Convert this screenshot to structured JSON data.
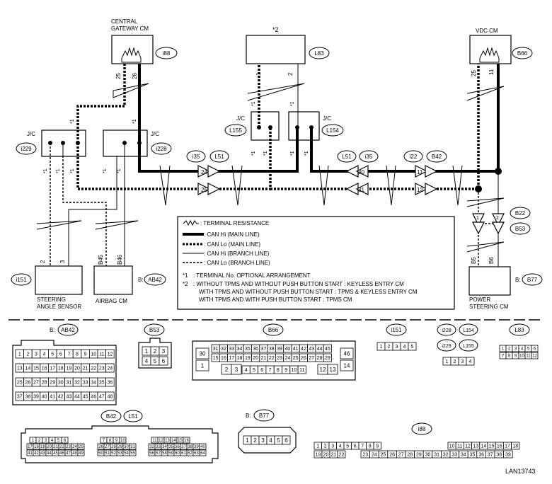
{
  "figure_id": "LAN13743",
  "components": {
    "central_gateway": {
      "line1": "CENTRAL",
      "line2": "GATEWAY CM",
      "conn": "i88",
      "pin_a": "25",
      "pin_b": "26"
    },
    "star2": {
      "label": "*2",
      "conn": "L83",
      "pin_a": "1",
      "pin_b": "2"
    },
    "vdc": {
      "label": "VDC CM",
      "conn": "B66",
      "pin_a": "25",
      "pin_b": "11"
    },
    "jc_i229": {
      "label": "J/C",
      "conn": "i229"
    },
    "jc_i228": {
      "label": "J/C",
      "conn": "i228"
    },
    "jc_l155": {
      "label": "J/C",
      "conn": "L155"
    },
    "jc_l154": {
      "label": "J/C",
      "conn": "L154"
    },
    "steering": {
      "line1": "STEERING",
      "line2": "ANGLE SENSOR",
      "conn": "i151",
      "pin_a": "2",
      "pin_b": "3"
    },
    "airbag": {
      "label": "AIRBAG CM",
      "conn_prefix": "B:",
      "conn": "AB42",
      "pin_a": "B45",
      "pin_b": "B46"
    },
    "power_steering": {
      "line1": "POWER",
      "line2": "STEERING CM",
      "conn_prefix": "B:",
      "conn": "B77",
      "pin_a": "B5",
      "pin_b": "B6"
    }
  },
  "joint_connectors": {
    "left": {
      "conn_a": "i35",
      "conn_b": "L51",
      "pin_hi": "24",
      "pin_lo": "25"
    },
    "mid": {
      "conn_a": "L51",
      "conn_b": "i35",
      "pin_hi": "30",
      "pin_lo": "31"
    },
    "right": {
      "conn_a": "i22",
      "conn_b": "B42",
      "pin_hi": "11",
      "pin_lo": "12"
    },
    "vertical": {
      "conn_a": "B22",
      "conn_b": "B53",
      "pin_a": "1",
      "pin_b": "2"
    }
  },
  "star1": "*1",
  "legend": {
    "terminal_resistance": ": TERMINAL RESISTANCE",
    "can_hi_main": ": CAN Hi (MAIN LINE)",
    "can_lo_main": ": CAN Lo (MAIN LINE)",
    "can_hi_branch": ": CAN Hi (BRANCH LINE)",
    "can_lo_branch": ": CAN Lo (BRANCH LINE)",
    "note1_mark": "*1",
    "note1_text": ": TERMINAL No. OPTIONAL ARRANGEMENT",
    "note2_mark": "*2",
    "note2_line1": ": WITHOUT TPMS AND WITHOUT PUSH BUTTON START  : KEYLESS ENTRY CM",
    "note2_line2": "WITH TPMS AND WITHOUT PUSH BUTTON START  : TPMS & KEYLESS ENTRY CM",
    "note2_line3": "WITH TPMS AND WITH PUSH BUTTON START  : TPMS CM"
  },
  "connector_views": {
    "ab42": {
      "prefix": "B:",
      "name": "AB42",
      "rows": [
        [
          "1",
          "2",
          "3",
          "4",
          "5",
          "6",
          "7",
          "8",
          "9",
          "10",
          "11",
          "12"
        ],
        [
          "13",
          "14",
          "15",
          "16",
          "17",
          "18",
          "19",
          "20",
          "21",
          "22",
          "23",
          "24"
        ],
        [
          "25",
          "26",
          "27",
          "28",
          "29",
          "30",
          "31",
          "32",
          "33",
          "34",
          "35",
          "36"
        ],
        [
          "37",
          "38",
          "39",
          "40",
          "41",
          "42",
          "43",
          "44",
          "45",
          "46",
          "47",
          "48"
        ]
      ]
    },
    "b53": {
      "name": "B53",
      "rows": [
        [
          "1",
          "2",
          "3"
        ],
        [
          "4",
          "5",
          "6"
        ]
      ]
    },
    "b66": {
      "name": "B66",
      "left": [
        "30",
        "1"
      ],
      "right": [
        "46",
        "14"
      ],
      "row1": [
        "31",
        "32",
        "33",
        "34",
        "35",
        "36",
        "37",
        "38",
        "39",
        "40",
        "41",
        "42",
        "43",
        "44",
        "45"
      ],
      "row2": [
        "15",
        "16",
        "17",
        "18",
        "19",
        "20",
        "21",
        "22",
        "23",
        "24",
        "25",
        "26",
        "27",
        "28",
        "29"
      ],
      "row3a": [
        "2",
        "3"
      ],
      "row3b": [
        "4",
        "5",
        "6",
        "7",
        "8",
        "9",
        "10",
        "11"
      ],
      "row3c": [
        "12",
        "13"
      ]
    },
    "i151": {
      "name": "i151",
      "cells": [
        "1",
        "2",
        "3",
        "4",
        "5"
      ]
    },
    "i228_group": {
      "names": [
        "i228",
        "L154",
        "i229",
        "L155"
      ],
      "cells": [
        "1",
        "2",
        "3",
        "4"
      ]
    },
    "l83": {
      "name": "L83",
      "rows": [
        [
          "1",
          "2",
          "3",
          "4",
          "5",
          "6"
        ],
        [
          "7",
          "8",
          "9",
          "10",
          "11",
          "12"
        ]
      ]
    },
    "b42_l51": {
      "names": [
        "B42",
        "L51"
      ],
      "blocks": [
        {
          "r1": [
            "1",
            "2",
            "3",
            "4",
            "5",
            "6"
          ],
          "r2": [
            "17",
            "18",
            "19",
            "20",
            "21",
            "22",
            "23",
            "24",
            "25"
          ],
          "r3": [
            "41",
            "42",
            "43",
            "44",
            "45",
            "46",
            "47",
            "48",
            "49"
          ]
        },
        {
          "r1": [
            "7",
            "8",
            "9",
            "10"
          ],
          "r2": [
            "26",
            "27",
            "28",
            "29",
            "30",
            "31"
          ],
          "r3": [
            "50",
            "51",
            "52",
            "53",
            "54",
            "55"
          ]
        },
        {
          "r1": [
            "11",
            "12",
            "13",
            "14",
            "15",
            "16"
          ],
          "r2": [
            "32",
            "33",
            "34",
            "35",
            "36",
            "37",
            "38",
            "39",
            "40"
          ],
          "r3": [
            "56",
            "57",
            "58",
            "59",
            "60",
            "61",
            "62",
            "63",
            "64"
          ]
        }
      ]
    },
    "b77": {
      "prefix": "B:",
      "name": "B77",
      "cells": [
        "1",
        "2",
        "3",
        "4",
        "5",
        "6"
      ]
    },
    "i88": {
      "name": "i88",
      "top_a": [
        "1",
        "2",
        "3",
        "4",
        "5",
        "6",
        "7",
        "8",
        "9"
      ],
      "top_b": [
        "10",
        "11",
        "12",
        "13",
        "14",
        "15",
        "16",
        "17",
        "18"
      ],
      "bottom": [
        "19",
        "20",
        "21",
        "22",
        "23",
        "24",
        "25",
        "26",
        "27",
        "28",
        "29",
        "30",
        "31",
        "32",
        "33",
        "34",
        "35",
        "36",
        "37",
        "38",
        "39"
      ]
    }
  }
}
